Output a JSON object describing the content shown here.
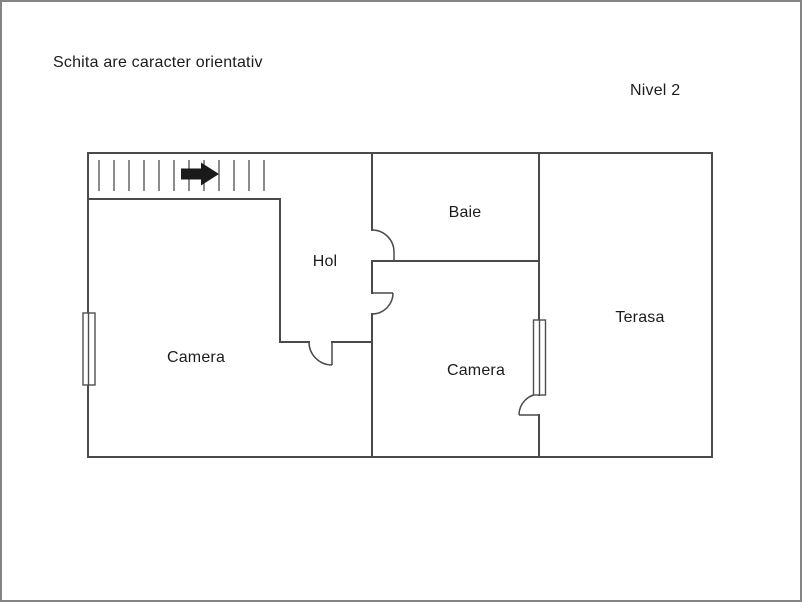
{
  "header": {
    "disclaimer": "Schita are caracter orientativ",
    "level": "Nivel 2"
  },
  "rooms": [
    {
      "id": "camera-left",
      "label": "Camera"
    },
    {
      "id": "hol",
      "label": "Hol"
    },
    {
      "id": "baie",
      "label": "Baie"
    },
    {
      "id": "camera-right",
      "label": "Camera"
    },
    {
      "id": "terasa",
      "label": "Terasa"
    }
  ],
  "stairs": {
    "arrow_direction": "right",
    "tread_count": 12
  },
  "openings": {
    "doors": 4,
    "windows": 2
  },
  "colors": {
    "background": "#ffffff",
    "page_border": "#848484",
    "wall": "#4a4a4a",
    "window_stroke": "#4f4f4f",
    "tread_stroke": "#4f4f4f",
    "text": "#1c1c1c",
    "arrow": "#1a1a1a"
  }
}
